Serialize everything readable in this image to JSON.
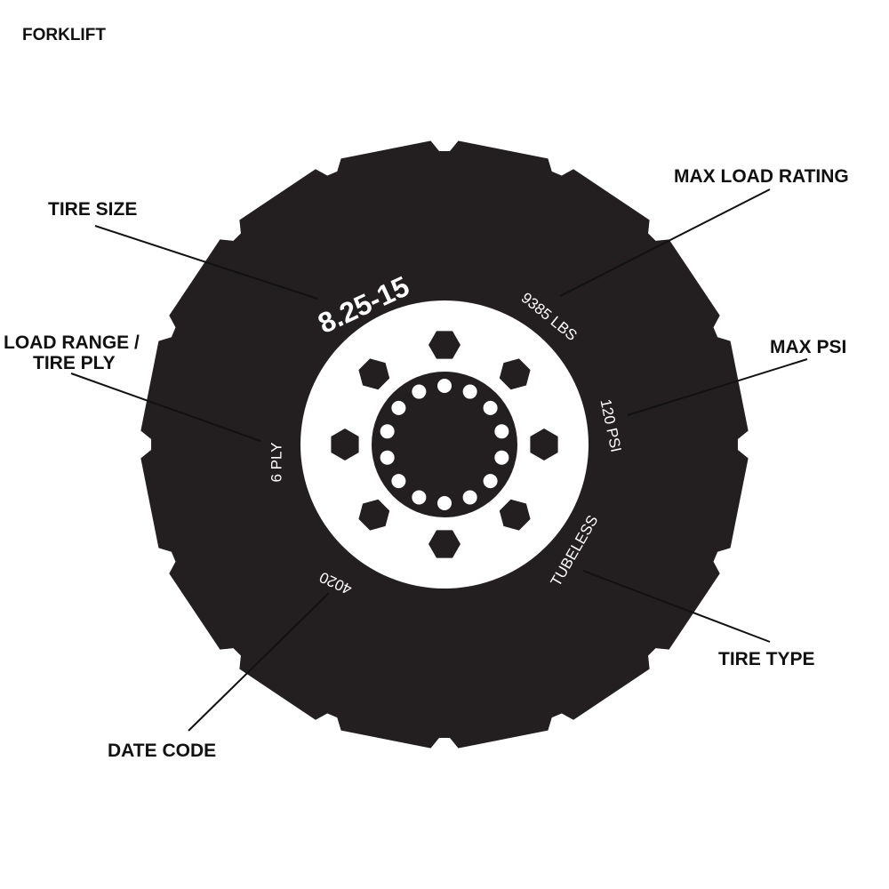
{
  "header": {
    "title": "FORKLIFT"
  },
  "colors": {
    "tire": "#231f20",
    "background": "#ffffff",
    "text": "#111111",
    "sidewall_text": "#ffffff"
  },
  "callouts": {
    "tire_size": "TIRE SIZE",
    "max_load_rating": "MAX LOAD RATING",
    "load_range_line1": "LOAD RANGE /",
    "load_range_line2": "TIRE PLY",
    "max_psi": "MAX PSI",
    "tire_type": "TIRE TYPE",
    "date_code": "DATE CODE"
  },
  "sidewall": {
    "size": "8.25-15",
    "load": "9385 LBS",
    "psi": "120 PSI",
    "ply": "6 PLY",
    "type": "TUBELESS",
    "date": "4020"
  },
  "icons": {
    "tire": "tire-icon",
    "lug_nut": "lug-nut-icon",
    "hub_hole": "hub-hole-icon"
  }
}
